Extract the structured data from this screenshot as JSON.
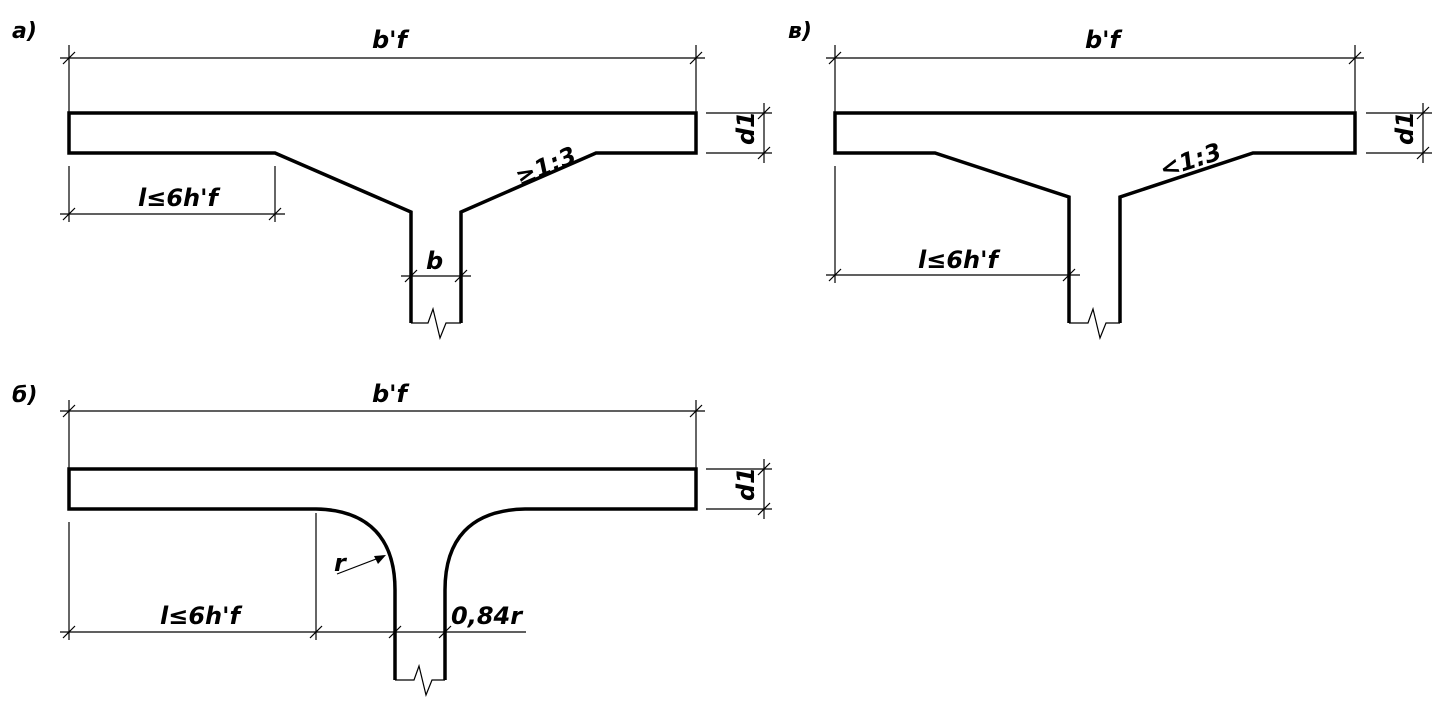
{
  "colors": {
    "line": "#000000",
    "background": "#ffffff"
  },
  "panels": {
    "a": {
      "label": "а)",
      "width_label": "b'f",
      "thickness_label": "d1",
      "haunch_length_label": "l≤6h'f",
      "slope_label": "≥1:3",
      "web_width_label": "b"
    },
    "b": {
      "label": "б)",
      "width_label": "b'f",
      "thickness_label": "d1",
      "haunch_length_label": "l≤6h'f",
      "radius_label": "r",
      "offset_label": "0,84r"
    },
    "v": {
      "label": "в)",
      "width_label": "b'f",
      "thickness_label": "d1",
      "haunch_length_label": "l≤6h'f",
      "slope_label": "<1:3"
    }
  }
}
